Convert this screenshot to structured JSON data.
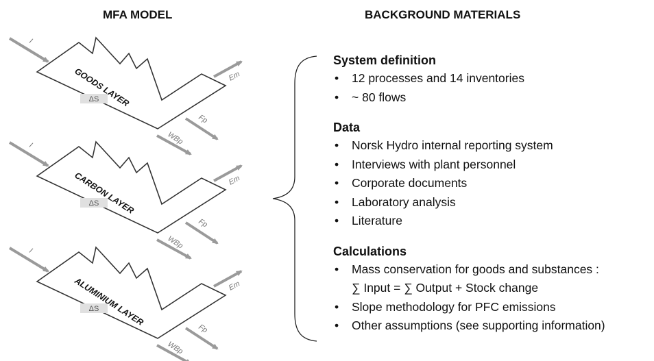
{
  "headings": {
    "left": "MFA MODEL",
    "right": "BACKGROUND MATERIALS"
  },
  "layers": [
    {
      "name": "GOODS LAYER",
      "stock": "ΔS",
      "input": "I",
      "emission": "Em",
      "product": "Fp",
      "waste": "WBp"
    },
    {
      "name": "CARBON LAYER",
      "stock": "ΔS",
      "input": "I",
      "emission": "Em",
      "product": "Fp",
      "waste": "WBp"
    },
    {
      "name": "ALUMINIUM LAYER",
      "stock": "ΔS",
      "input": "I",
      "emission": "Em",
      "product": "Fp",
      "waste": "WBp"
    }
  ],
  "colors": {
    "arrow": "#9a9a9a",
    "layer_outline": "#333333",
    "stock_box": "#e0e0e0"
  },
  "bullet_char": "•",
  "sections": [
    {
      "title": "System definition",
      "items": [
        {
          "lines": [
            "12 processes and 14 inventories"
          ]
        },
        {
          "lines": [
            "~ 80 flows"
          ]
        }
      ]
    },
    {
      "title": "Data",
      "items": [
        {
          "lines": [
            "Norsk Hydro internal reporting system"
          ]
        },
        {
          "lines": [
            "Interviews with plant personnel"
          ]
        },
        {
          "lines": [
            "Corporate documents"
          ]
        },
        {
          "lines": [
            "Laboratory analysis"
          ]
        },
        {
          "lines": [
            "Literature"
          ]
        }
      ]
    },
    {
      "title": "Calculations",
      "items": [
        {
          "lines": [
            "Mass conservation for goods and substances :",
            "∑ Input = ∑ Output + Stock change"
          ]
        },
        {
          "lines": [
            "Slope methodology for PFC emissions"
          ]
        },
        {
          "lines": [
            "Other assumptions (see supporting information)"
          ]
        }
      ]
    }
  ]
}
